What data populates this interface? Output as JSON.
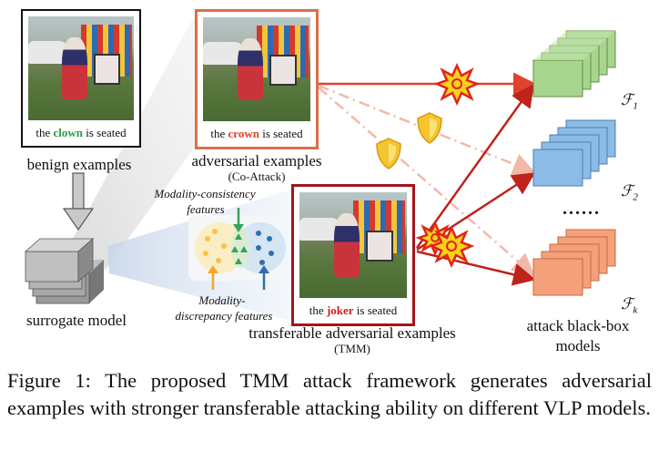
{
  "colors": {
    "benign_border": "#111111",
    "co_attack_border": "#d9704a",
    "tmm_border": "#a3141d",
    "highlight_red": "#e0432b",
    "arrow_red": "#c0221c",
    "arrow_faded": "#f2b9aa",
    "green_model": "#a8d58d",
    "blue_model": "#8cbbe6",
    "orange_model": "#f4a07b",
    "dot_yellow": "#f5c542",
    "dot_green": "#3aa15a",
    "dot_blue": "#2f6fb0"
  },
  "benign": {
    "caption_pre": "the ",
    "caption_word": "clown",
    "caption_post": " is seated",
    "label": "benign examples"
  },
  "co_attack": {
    "caption_pre": "the ",
    "caption_word": "crown",
    "caption_post": " is seated",
    "label": "adversarial examples",
    "sublabel": "(Co-Attack)"
  },
  "tmm": {
    "caption_pre": "the ",
    "caption_word": "joker",
    "caption_post": " is seated",
    "label": "transferable adversarial examples",
    "sublabel": "(TMM)"
  },
  "surrogate": {
    "label": "surrogate model"
  },
  "features": {
    "consistency_line1": "Modality-consistency",
    "consistency_line2": "features",
    "discrepancy_line1": "Modality-",
    "discrepancy_line2": "discrepancy features"
  },
  "models": {
    "f1_letter": "ℱ",
    "f1_sub": "1",
    "f2_letter": "ℱ",
    "f2_sub": "2",
    "fk_letter": "ℱ",
    "fk_sub": "k",
    "ellipsis": "......",
    "label_line1": "attack black-box",
    "label_line2": "models"
  },
  "icons": [
    "shield-icon",
    "explosion-icon",
    "down-arrow-icon"
  ],
  "figure_caption": "Figure 1: The proposed TMM attack framework generates adversarial examples with stronger transferable attacking ability on different VLP models."
}
